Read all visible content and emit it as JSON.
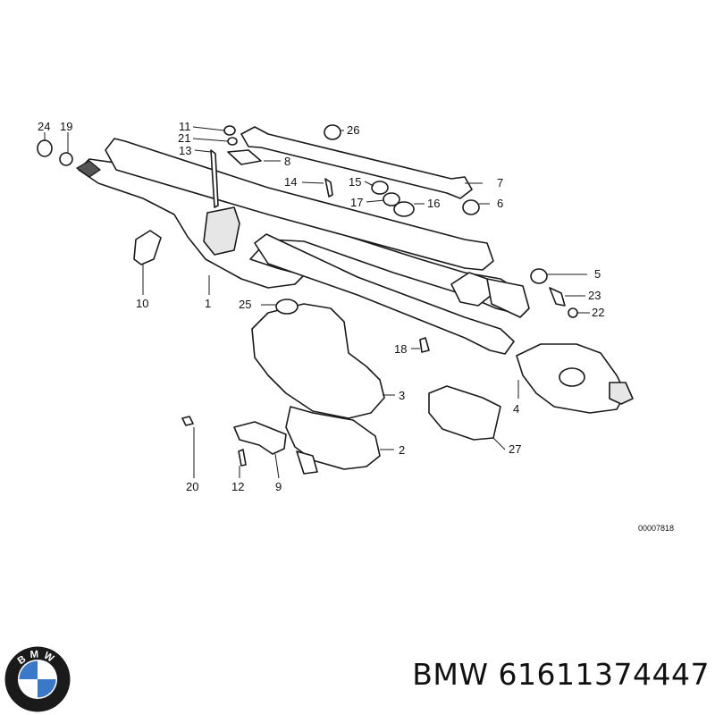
{
  "diagram": {
    "image_code": "00007818",
    "callouts": [
      "24",
      "19",
      "11",
      "21",
      "13",
      "8",
      "26",
      "14",
      "15",
      "17",
      "16",
      "7",
      "6",
      "10",
      "1",
      "25",
      "5",
      "23",
      "22",
      "18",
      "3",
      "4",
      "2",
      "27",
      "20",
      "12",
      "9"
    ]
  },
  "footer": {
    "brand": "BMW",
    "part_number": "61611374447"
  },
  "logo": {
    "letters": "BMW",
    "colors": {
      "ring": "#1a1a1a",
      "blue": "#3a78c8",
      "white": "#ffffff"
    }
  }
}
